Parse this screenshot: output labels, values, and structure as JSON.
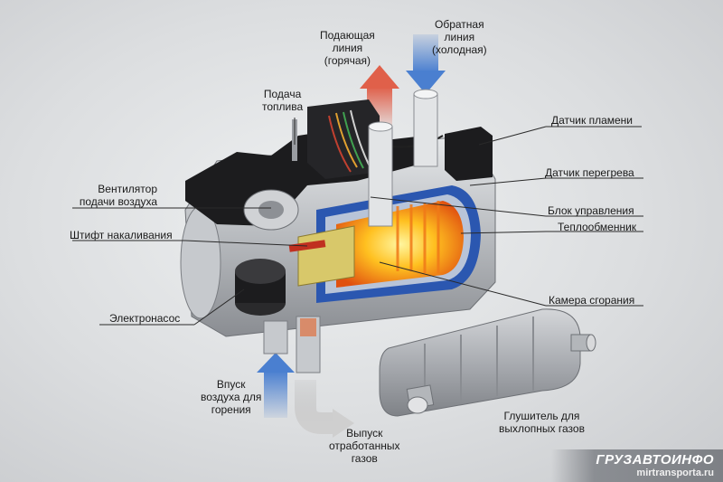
{
  "labels": {
    "supply_line": "Подающая\nлиния\n(горячая)",
    "return_line": "Обратная\nлиния\n(холодная)",
    "fuel_supply": "Подача\nтоплива",
    "flame_sensor": "Датчик пламени",
    "overheat_sensor": "Датчик перегрева",
    "air_fan": "Вентилятор\nподачи воздуха",
    "control_unit": "Блок управления",
    "heat_exchanger": "Теплообменник",
    "glow_pin": "Штифт накаливания",
    "combustion_chamber": "Камера сгорания",
    "electric_pump": "Электронасос",
    "air_intake": "Впуск\nвоздуха для\nгорения",
    "exhaust_out": "Выпуск\nотработанных\nгазов",
    "muffler": "Глушитель для\nвыхлопных газов"
  },
  "brand": {
    "title": "ГРУЗАВТОИНФО",
    "url": "mirtransporta.ru"
  },
  "colors": {
    "hot_arrow": "#e0604a",
    "cold_arrow": "#4a7fd0",
    "exhaust_arrow": "#c8c8c8",
    "flame": "#ffb020",
    "housing": "#b9bcc0",
    "black_parts": "#1c1c1e",
    "exchanger_blue": "#2b57b0"
  }
}
